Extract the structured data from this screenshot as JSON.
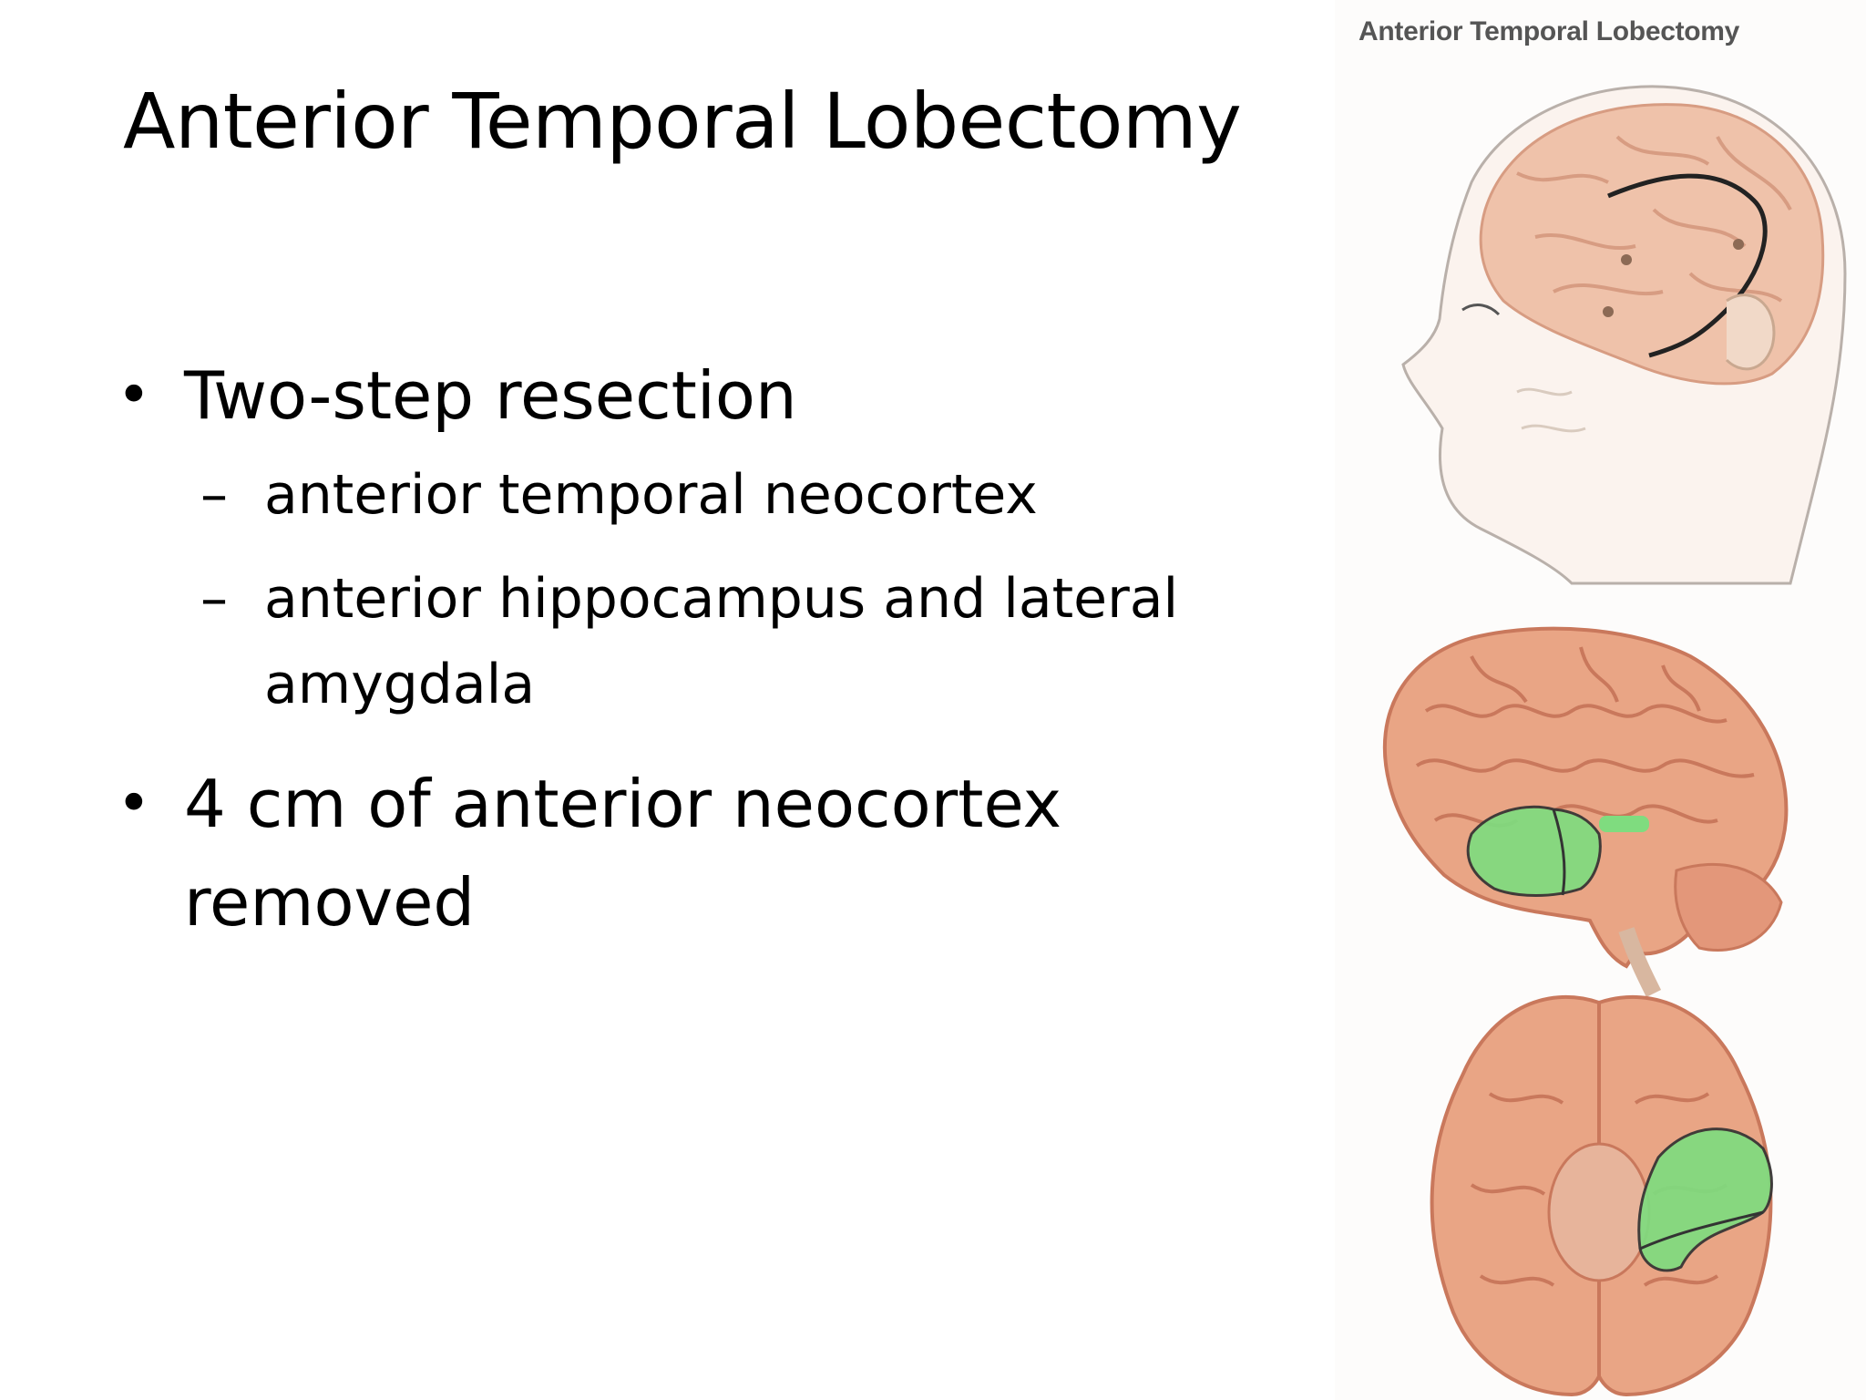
{
  "slide": {
    "title": "Anterior Temporal Lobectomy",
    "bullets": [
      {
        "text": "Two-step resection",
        "sub": [
          "anterior temporal neocortex",
          "anterior hippocampus and lateral amygdala"
        ]
      },
      {
        "text": "4 cm of anterior neocortex removed",
        "sub": []
      }
    ],
    "bullet_glyph": "•",
    "dash_glyph": "–"
  },
  "figure": {
    "caption": "Anterior Temporal Lobectomy",
    "views": [
      "head-lateral-illustration",
      "brain-lateral-illustration",
      "brain-inferior-illustration"
    ],
    "colors": {
      "brain": "#e9a585",
      "brain_fold": "#c9785c",
      "resection": "#7fdc7f",
      "skin": "#f6dfcf",
      "outline": "#222222"
    }
  }
}
